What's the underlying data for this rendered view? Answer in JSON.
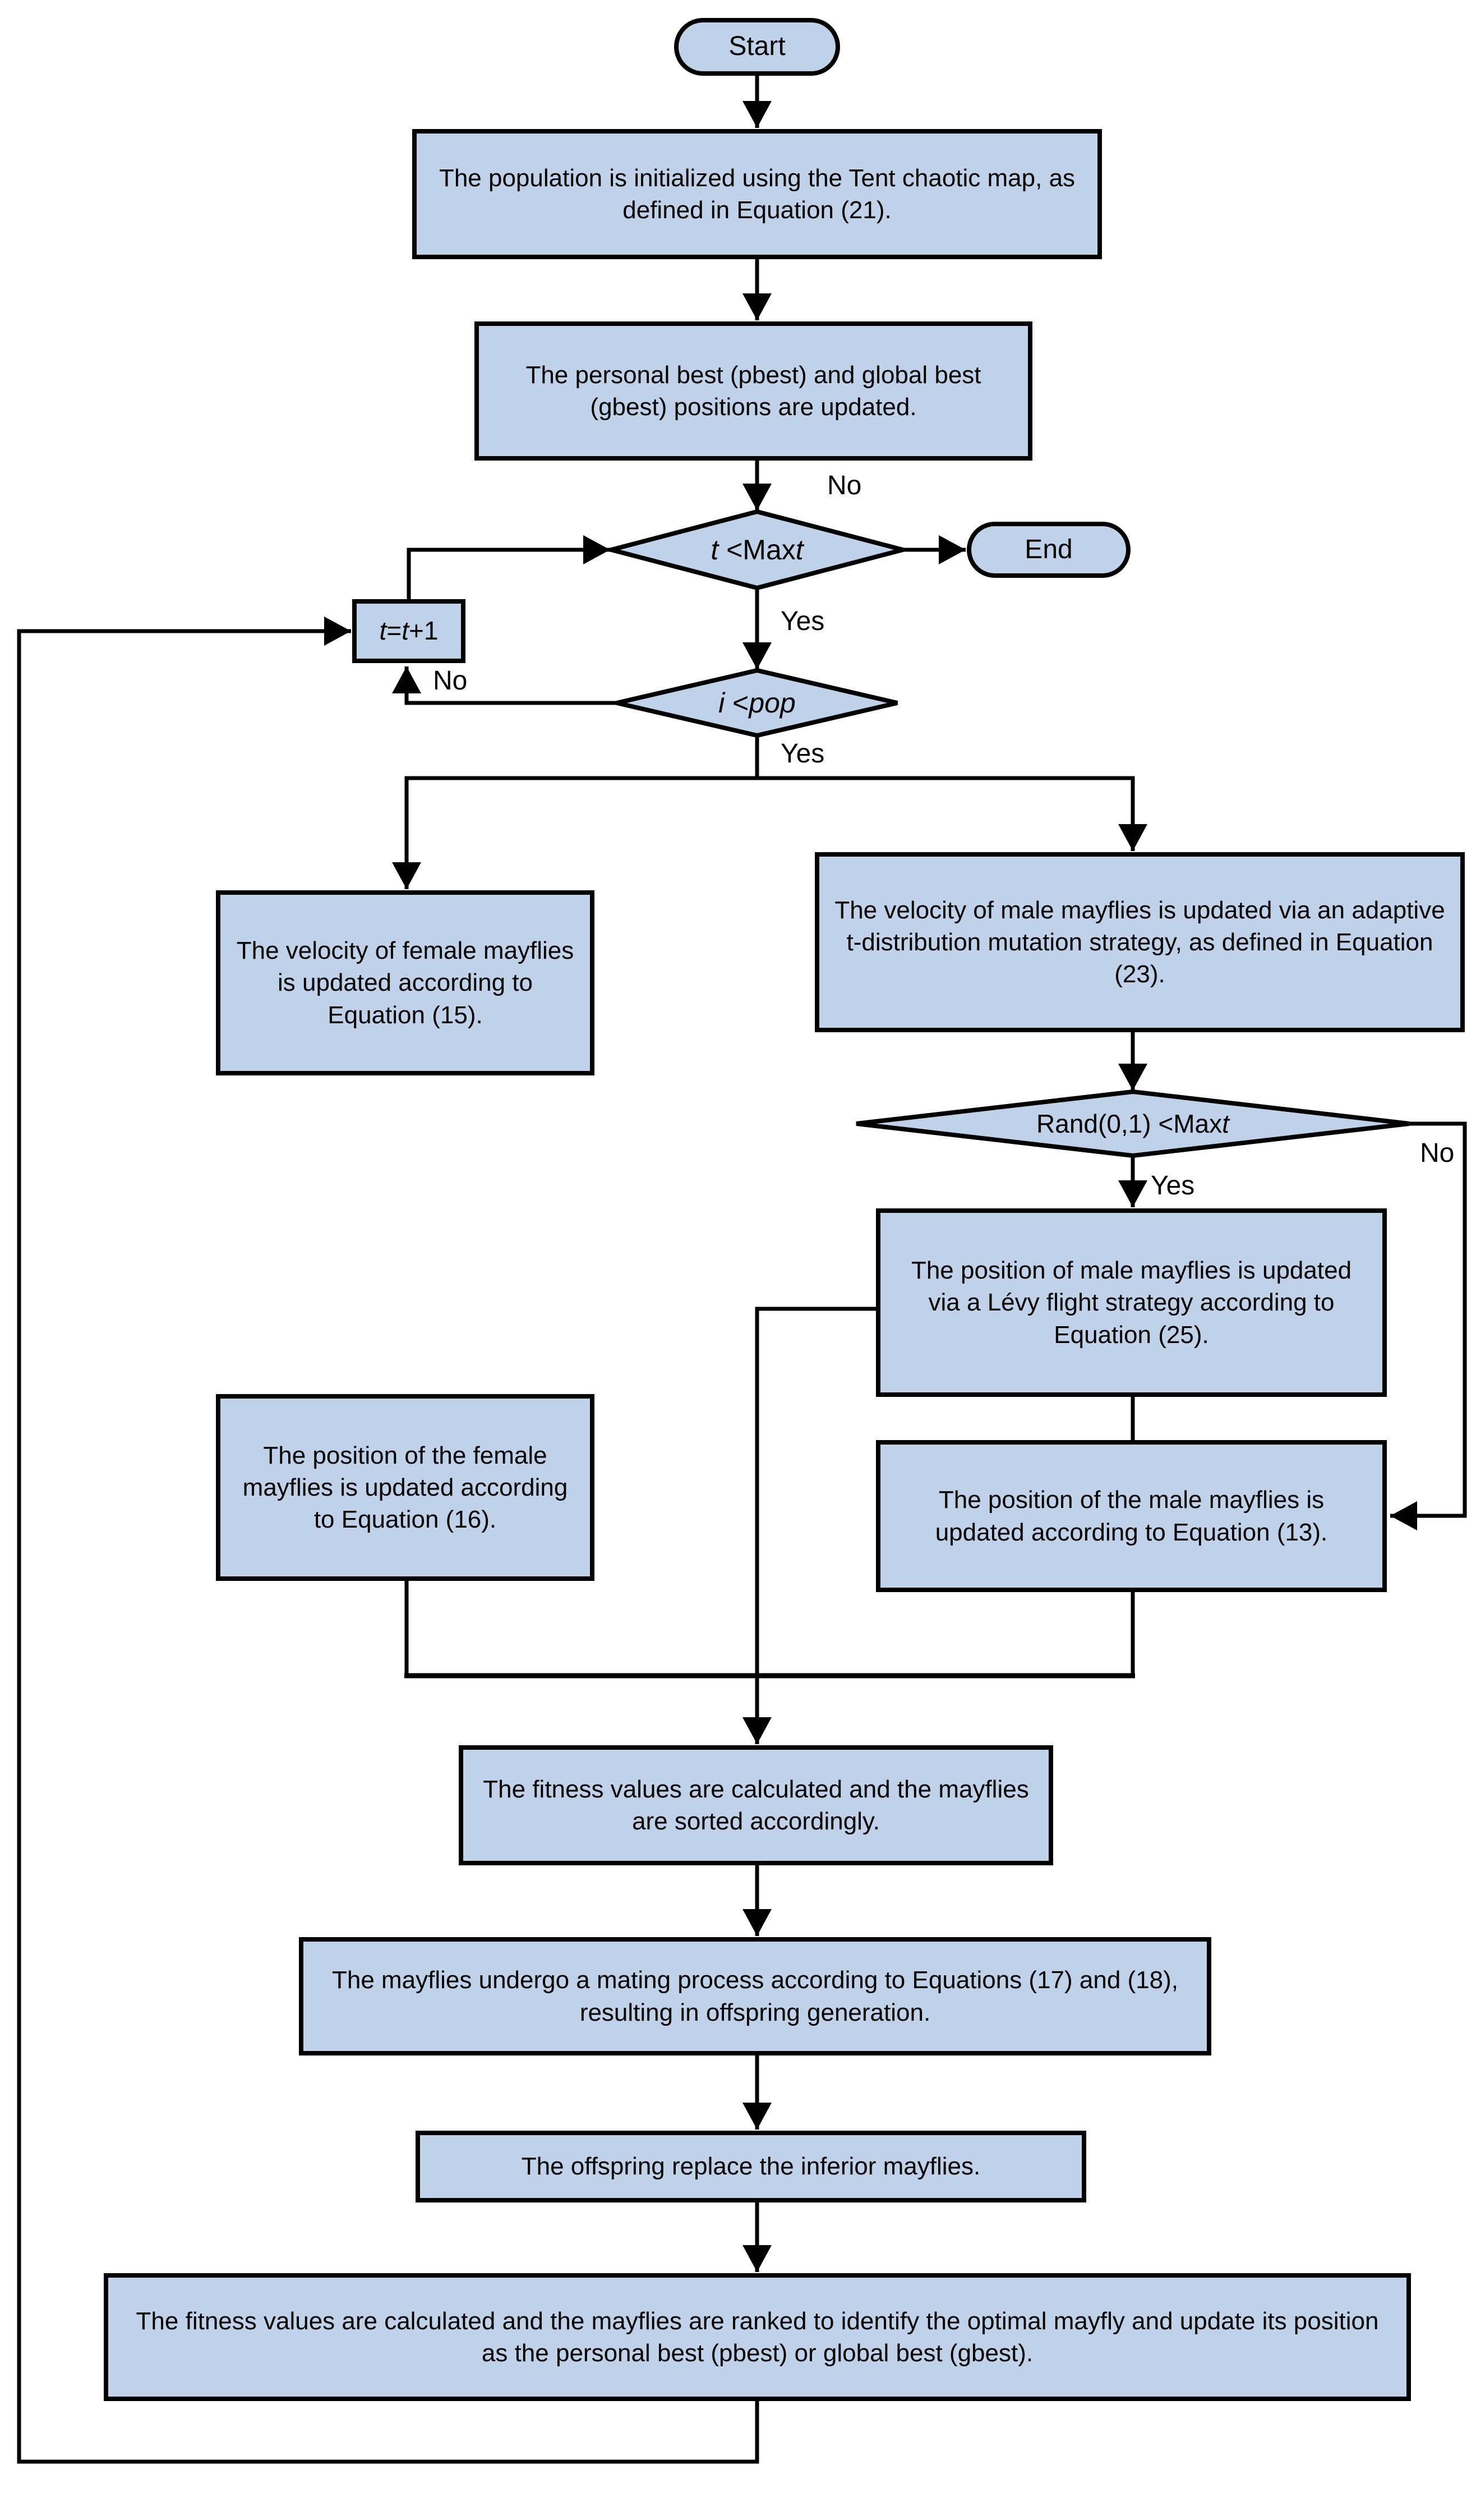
{
  "nodes": {
    "start": {
      "label": "Start"
    },
    "init": {
      "text": "The population is initialized using the Tent chaotic map, as defined in Equation (21)."
    },
    "update_best": {
      "text": "The personal best (pbest) and global best (gbest) positions are updated."
    },
    "iter_check": {
      "t1": "t",
      "mid": " <Max",
      "t2": "t"
    },
    "end": {
      "label": "End"
    },
    "increment": {
      "t1": "t",
      "eq": "=",
      "t2": "t",
      "suffix": "+1"
    },
    "pop_check": {
      "i1": "i",
      "lt": " <",
      "pop": "pop"
    },
    "female_velocity": {
      "text": "The velocity of female mayflies is updated according to Equation (15)."
    },
    "male_velocity": {
      "text": "The velocity of male mayflies is updated via an adaptive t-distribution mutation strategy, as defined in Equation (23)."
    },
    "rand_check": {
      "pre": "Rand(0,1) <Max",
      "t": "t"
    },
    "levy_position": {
      "text": "The position of male mayflies is updated via a Lévy flight strategy according to Equation (25)."
    },
    "male_position": {
      "text": "The position of the male mayflies is updated according to Equation (13)."
    },
    "female_position": {
      "text": "The position of the female mayflies is updated according to Equation (16)."
    },
    "fitness_sort": {
      "text": "The fitness values are calculated and the mayflies are sorted accordingly."
    },
    "mating": {
      "text": "The mayflies undergo a mating process according to Equations (17) and (18), resulting in offspring generation."
    },
    "offspring": {
      "text": "The offspring replace the inferior mayflies."
    },
    "fitness_rank": {
      "text": "The fitness values are calculated and the mayflies are ranked to identify the optimal mayfly and update its position as the personal best (pbest) or global best (gbest)."
    }
  },
  "edge_labels": {
    "iter_no": "No",
    "iter_yes": "Yes",
    "pop_no": "No",
    "pop_yes": "Yes",
    "rand_yes": "Yes",
    "rand_no": "No"
  },
  "colors": {
    "node_fill": "#bfd2ea",
    "node_border": "#000000",
    "line": "#000000",
    "background": "#ffffff",
    "text": "#000000"
  }
}
